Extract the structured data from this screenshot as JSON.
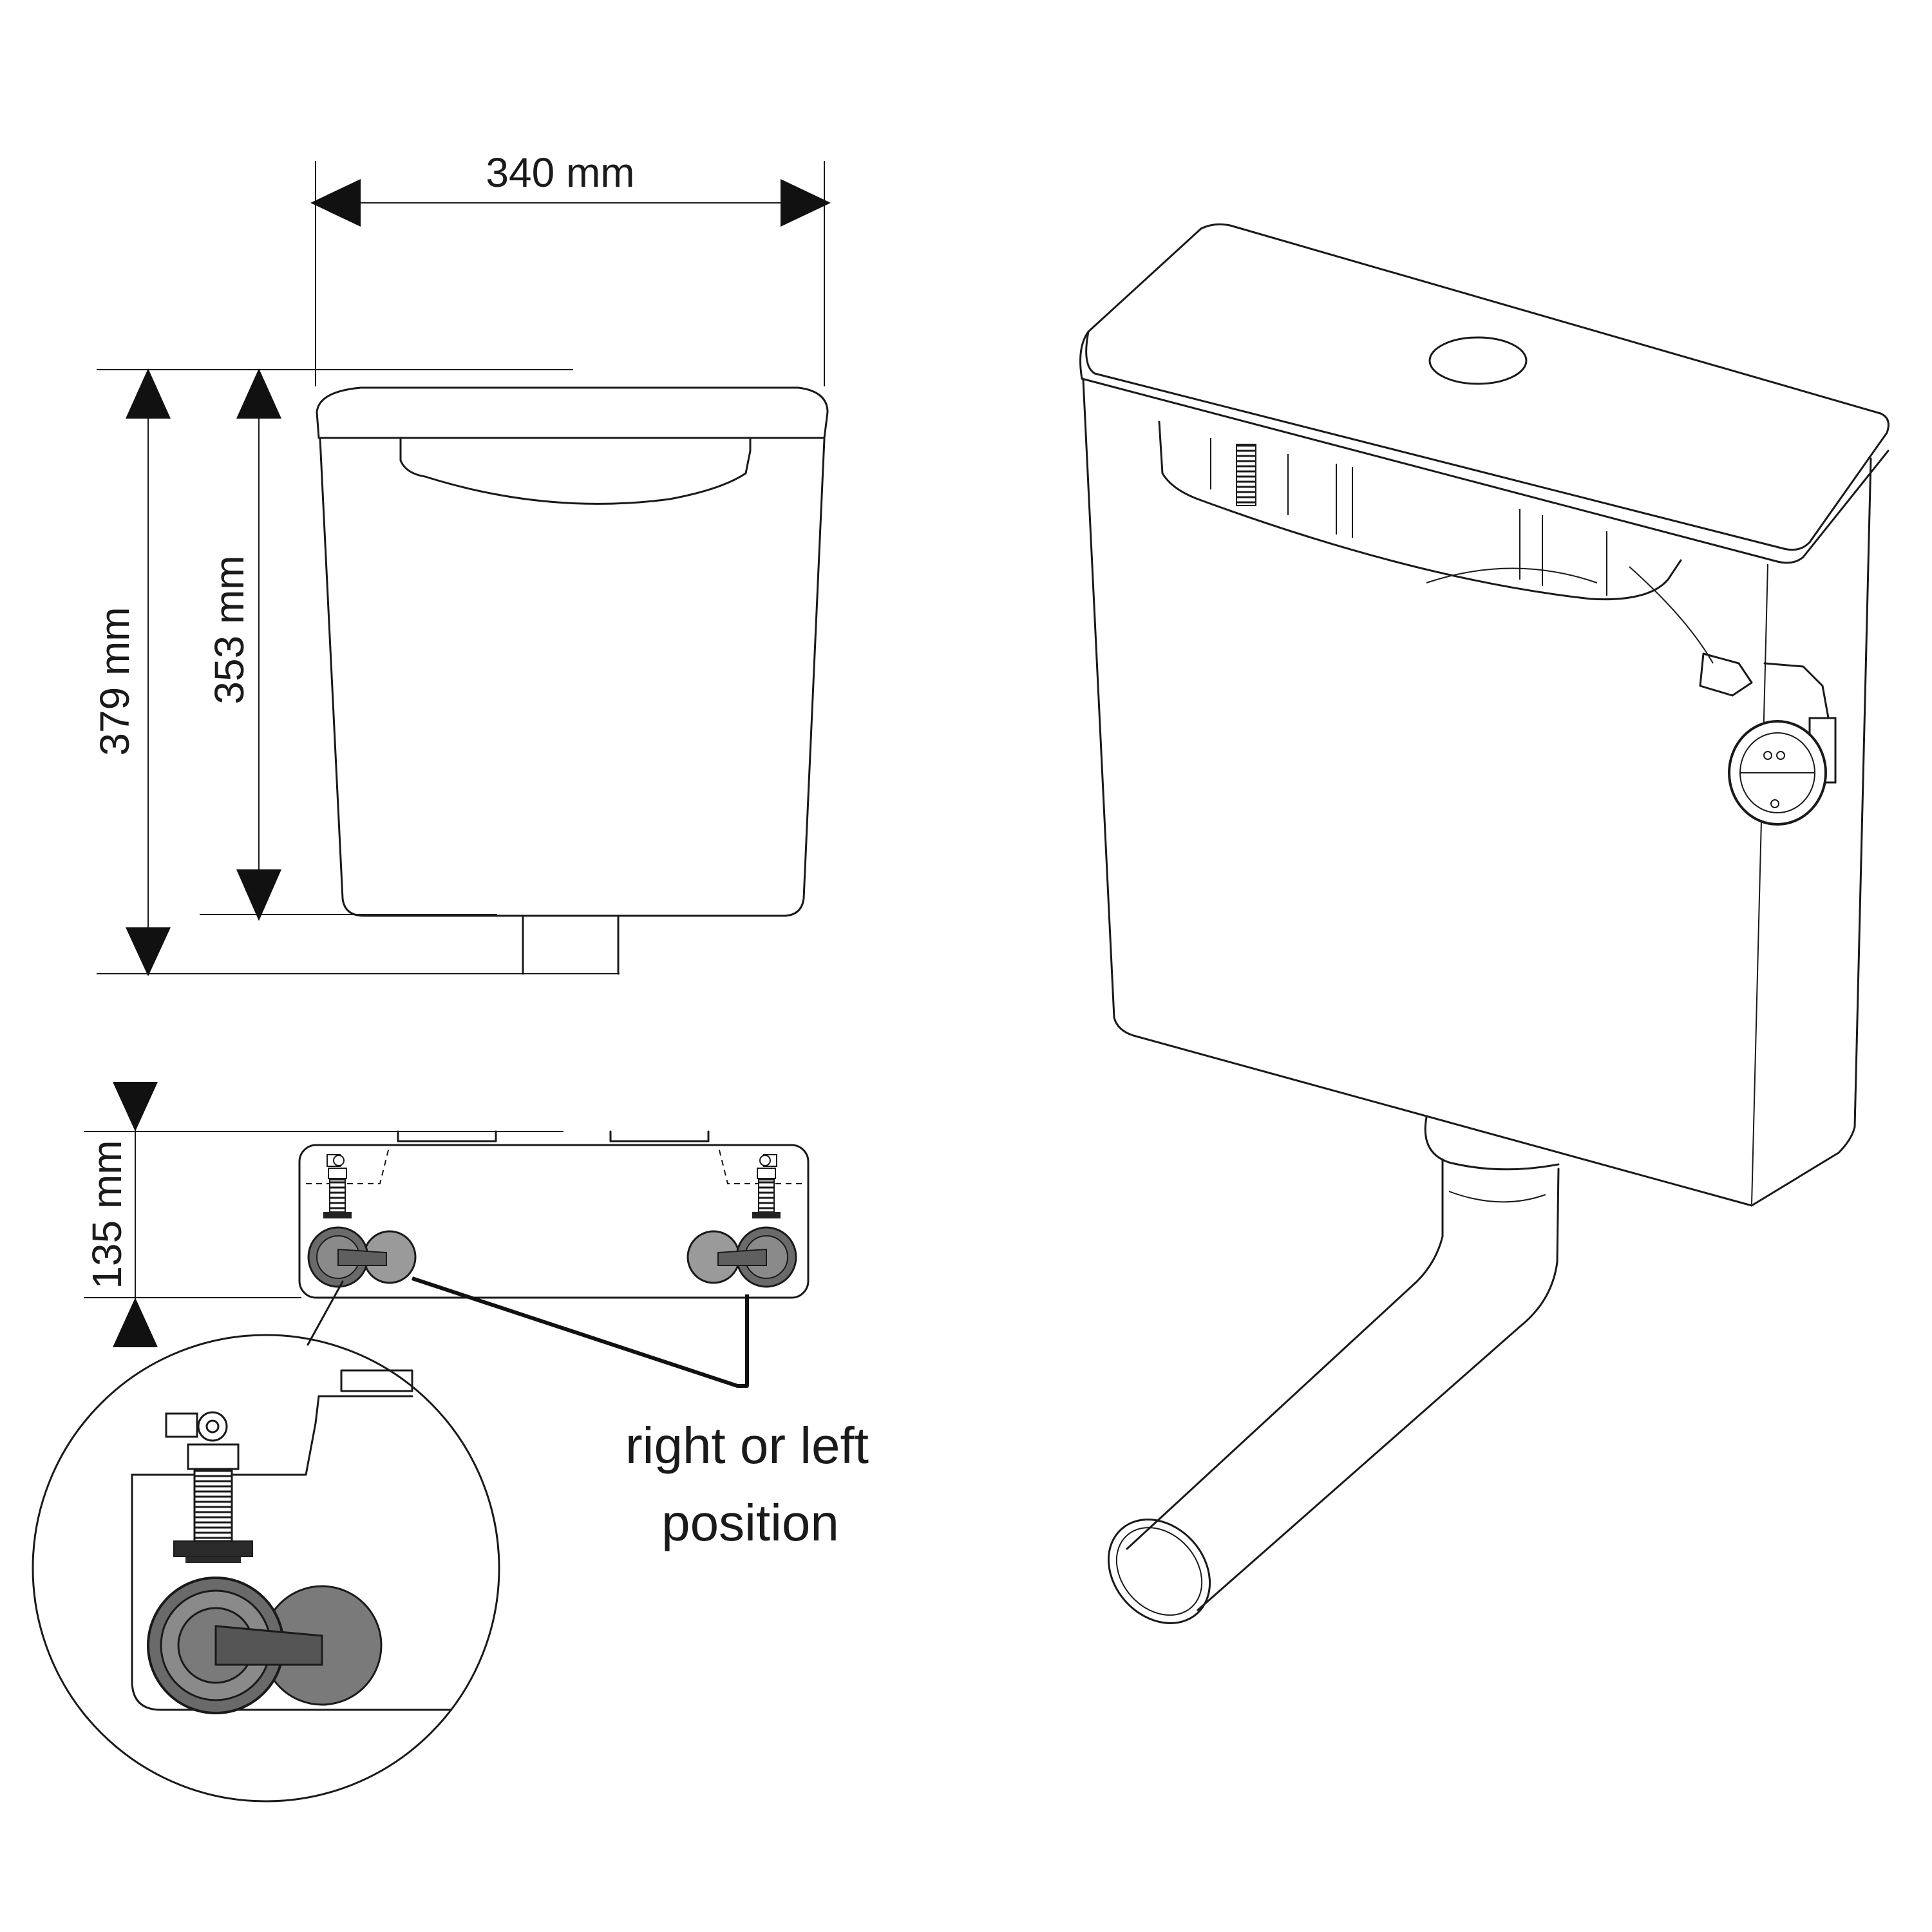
{
  "dimensions": {
    "width": "340 mm",
    "height_total": "379 mm",
    "height_body": "353 mm",
    "depth": "135 mm"
  },
  "callout": {
    "line1": "right or left",
    "line2": "position"
  },
  "colors": {
    "line": "#1a1a1a",
    "valve_dark": "#5f5f5f",
    "valve_mid": "#7a7a7a",
    "valve_light": "#9a9a9a",
    "background": "#ffffff"
  }
}
